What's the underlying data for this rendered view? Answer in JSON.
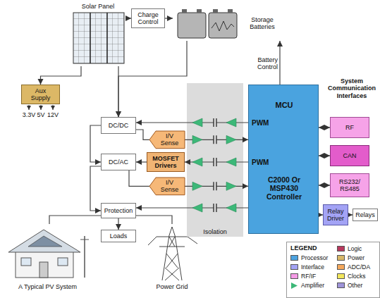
{
  "diagram": {
    "nodes": [
      {
        "text": [
          "Solar Panel"
        ]
      },
      {
        "text": [
          "Charge Control"
        ]
      },
      {
        "text": [
          "Storage Batteries"
        ]
      },
      {
        "text": [
          "Aux Supply"
        ]
      },
      {
        "text": [
          "DC/DC"
        ]
      },
      {
        "text": [
          "I/V Sense"
        ]
      },
      {
        "text": [
          "DC/AC"
        ]
      },
      {
        "text": [
          "MOSFET Drivers"
        ]
      },
      {
        "text": [
          "I/V Sense"
        ]
      },
      {
        "text": [
          "Protection"
        ]
      },
      {
        "text": [
          "Loads"
        ]
      },
      {
        "text": [
          "Isolation"
        ]
      },
      {
        "text": [
          "PWM",
          "MCU",
          "PWM",
          "C2000 Or MSP430 Controller"
        ]
      },
      {
        "text": [
          "RF"
        ]
      },
      {
        "text": [
          "CAN"
        ]
      },
      {
        "text": [
          "RS232/ RS485"
        ]
      },
      {
        "text": [
          "Relay Driver"
        ]
      },
      {
        "text": [
          "Relays"
        ]
      },
      {
        "text": [
          "A Typical PV System"
        ]
      },
      {
        "text": [
          "Power Grid"
        ]
      }
    ],
    "edges": [
      {
        "from": 0,
        "to": 1,
        "arrow": "to"
      },
      {
        "from": 1,
        "to": 2,
        "arrow": "to"
      },
      {
        "from": 0,
        "to": 3,
        "arrow": "to"
      },
      {
        "from": 0,
        "to": 4,
        "arrow": "to"
      },
      {
        "from": 2,
        "to": 4,
        "arrow": "to"
      },
      {
        "from": 4,
        "to": 5,
        "arrow": "none"
      },
      {
        "from": 4,
        "to": 6,
        "arrow": "to"
      },
      {
        "from": 6,
        "to": 8,
        "arrow": "none"
      },
      {
        "from": 6,
        "to": 9,
        "arrow": "to"
      },
      {
        "from": 9,
        "to": 10,
        "arrow": "to"
      },
      {
        "from": 9,
        "to": 18,
        "arrow": "none"
      },
      {
        "from": 9,
        "to": 19,
        "arrow": "none"
      },
      {
        "from": 12,
        "to": 4,
        "arrow": "to"
      },
      {
        "from": 5,
        "to": 12,
        "arrow": "to"
      },
      {
        "from": 12,
        "to": 7,
        "arrow": "to"
      },
      {
        "from": 7,
        "to": 6,
        "arrow": "to"
      },
      {
        "from": 8,
        "to": 12,
        "arrow": "to"
      },
      {
        "from": 12,
        "to": 9,
        "arrow": "to"
      },
      {
        "from": 12,
        "to": 2,
        "arrow": "to"
      },
      {
        "from": 12,
        "to": 13,
        "arrow": "both"
      },
      {
        "from": 12,
        "to": 14,
        "arrow": "both"
      },
      {
        "from": 12,
        "to": 15,
        "arrow": "both"
      },
      {
        "from": 12,
        "to": 16,
        "arrow": "to"
      },
      {
        "from": 16,
        "to": 17,
        "arrow": "to"
      }
    ],
    "labels": [
      "Battery Control",
      "System Communication Interfaces",
      "3.3V",
      "5V",
      "12V",
      "LEGEND"
    ],
    "legend": [
      {
        "text": "Processor",
        "color": "#4da3e0"
      },
      {
        "text": "Interface",
        "color": "#a3a3f5"
      },
      {
        "text": "RF/IF",
        "color": "#f59be6"
      },
      {
        "text": "Amplifier"
      },
      {
        "text": "Logic",
        "color": "#b8385e"
      },
      {
        "text": "Power",
        "color": "#d8b868"
      },
      {
        "text": "ADC/DA",
        "color": "#f5a85c"
      },
      {
        "text": "Clocks",
        "color": "#f2e65c"
      },
      {
        "text": "Other",
        "color": "#9f94d8"
      }
    ]
  }
}
